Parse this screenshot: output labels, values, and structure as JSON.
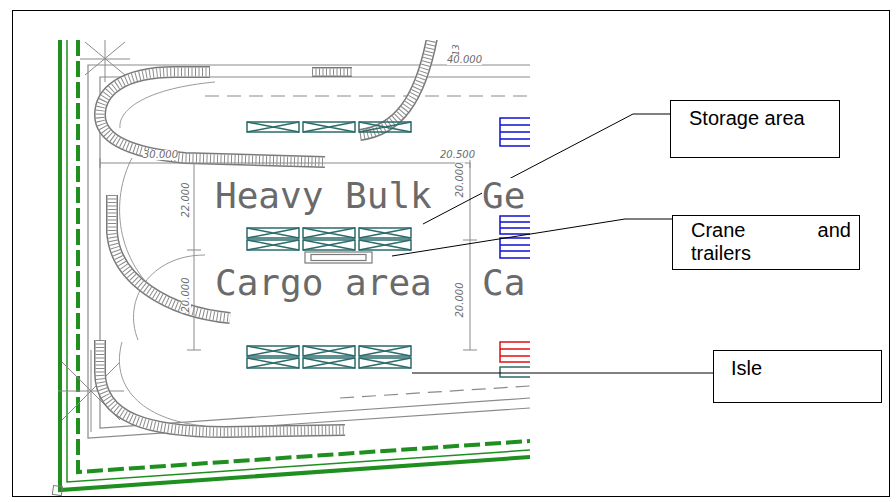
{
  "diagram": {
    "nodes": [
      {
        "text": [
          "Storage area"
        ]
      },
      {
        "text": [
          "Crane and trailers"
        ]
      },
      {
        "text": [
          "Isle"
        ]
      }
    ],
    "labels": [
      "13",
      "40.000",
      "30.000",
      "20.500",
      "22.000",
      "Heavy Bulk",
      "Ge",
      "20.000",
      "Cargo area",
      "Ca",
      "20.000",
      "20.000"
    ]
  }
}
